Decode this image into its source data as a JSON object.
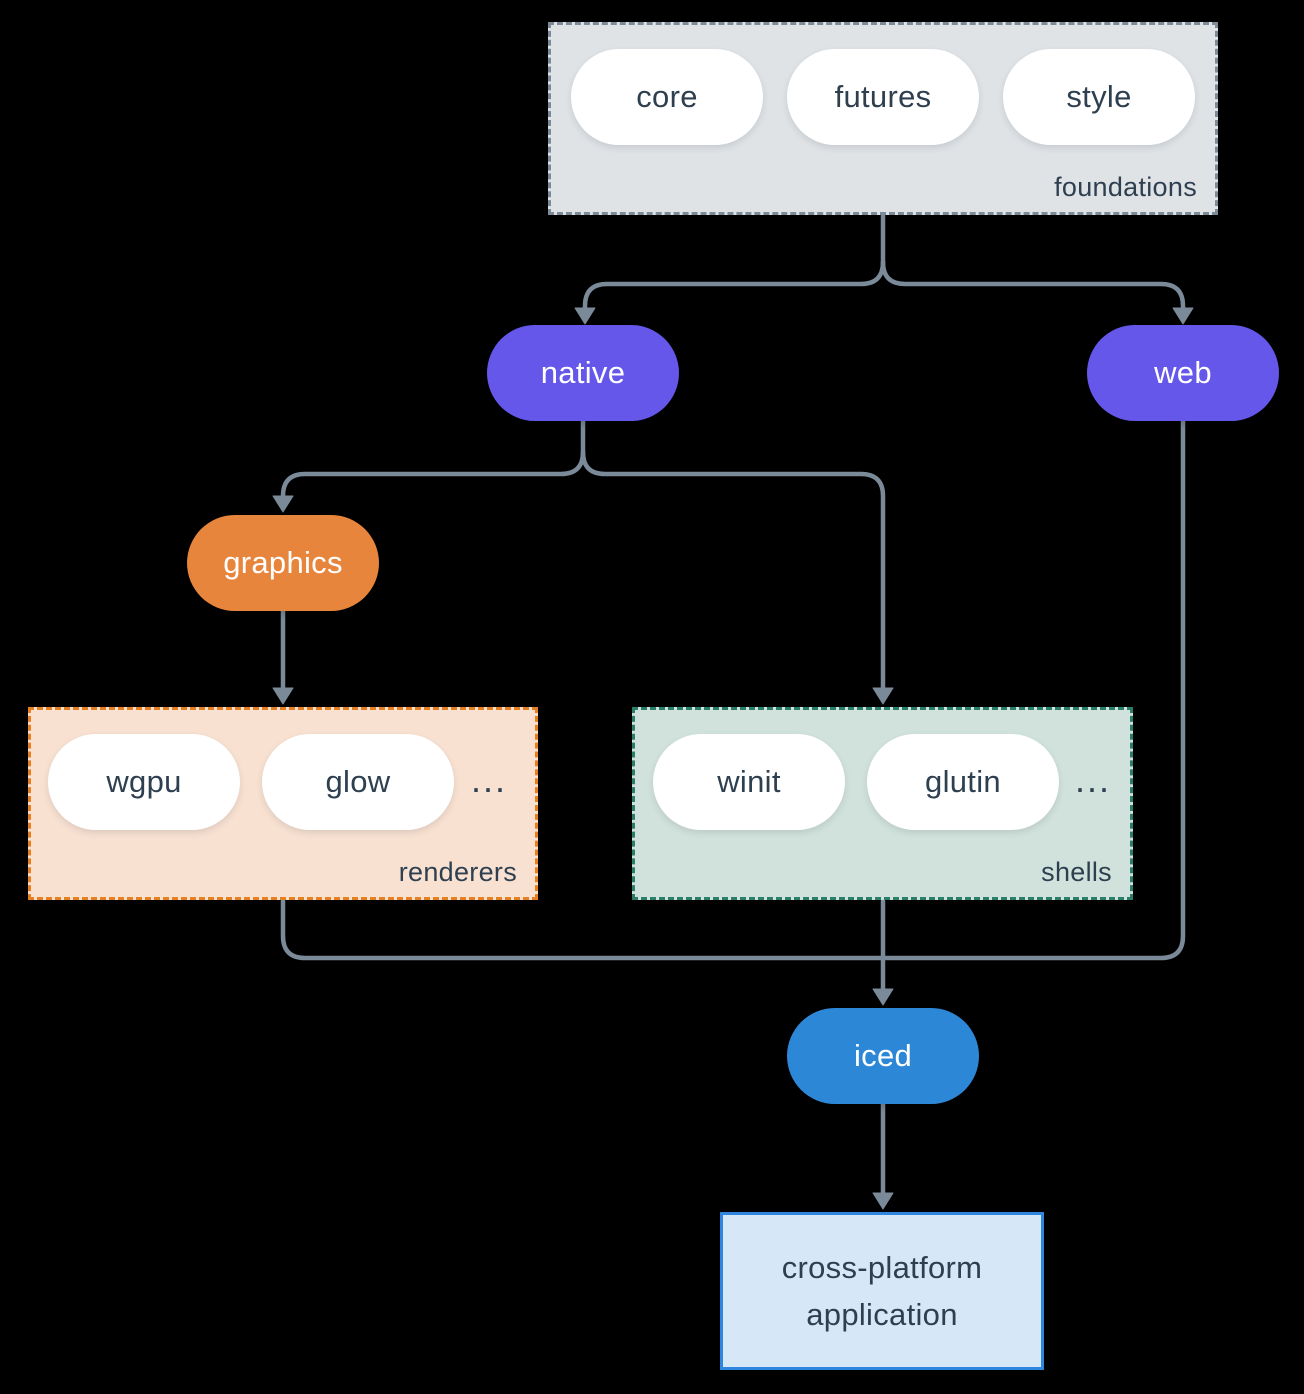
{
  "colors": {
    "background": "#000000",
    "arrow": "#7b8a99",
    "text_dark": "#2e3f50",
    "pill_white": "#ffffff",
    "node_purple": "#6457e9",
    "node_orange": "#e8853c",
    "node_blue": "#2d87d7",
    "foundations_fill": "#dfe3e6",
    "foundations_border": "#7d8b99",
    "renderers_fill": "#f8e1d1",
    "renderers_border": "#e67e22",
    "shells_fill": "#d1e2dc",
    "shells_border": "#2a7f6b",
    "application_fill": "#d6e8f8",
    "application_border": "#2e86de"
  },
  "foundations": {
    "label": "foundations",
    "items": [
      "core",
      "futures",
      "style"
    ]
  },
  "nodes": {
    "native": "native",
    "web": "web",
    "graphics": "graphics",
    "iced": "iced"
  },
  "renderers": {
    "label": "renderers",
    "items": [
      "wgpu",
      "glow"
    ],
    "more": "..."
  },
  "shells": {
    "label": "shells",
    "items": [
      "winit",
      "glutin"
    ],
    "more": "..."
  },
  "application": {
    "line1": "cross-platform",
    "line2": "application"
  }
}
